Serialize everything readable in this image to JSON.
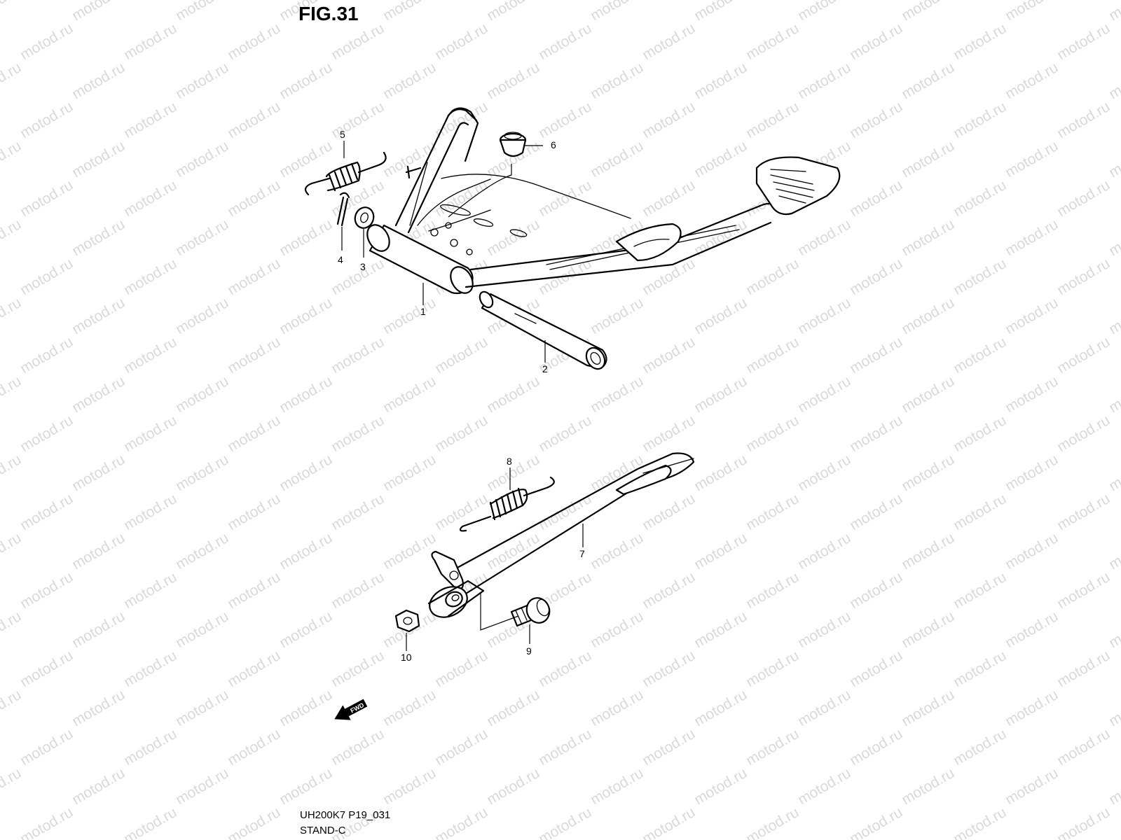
{
  "figure": {
    "title": "FIG.31",
    "model_code": "UH200K7 P19_031",
    "section": "STAND-C",
    "direction_label": "FWD"
  },
  "watermark": {
    "text": "motod.ru"
  },
  "callouts": [
    {
      "number": "1",
      "part": "center-stand"
    },
    {
      "number": "2",
      "part": "stand-shaft"
    },
    {
      "number": "3",
      "part": "washer"
    },
    {
      "number": "4",
      "part": "cotter-pin"
    },
    {
      "number": "5",
      "part": "center-stand-spring"
    },
    {
      "number": "6",
      "part": "stopper-cushion"
    },
    {
      "number": "7",
      "part": "side-stand"
    },
    {
      "number": "8",
      "part": "side-stand-spring"
    },
    {
      "number": "9",
      "part": "side-stand-bolt"
    },
    {
      "number": "10",
      "part": "nut"
    }
  ],
  "colors": {
    "line": "#000000",
    "watermark": "#d9d9d9",
    "background": "#ffffff"
  }
}
